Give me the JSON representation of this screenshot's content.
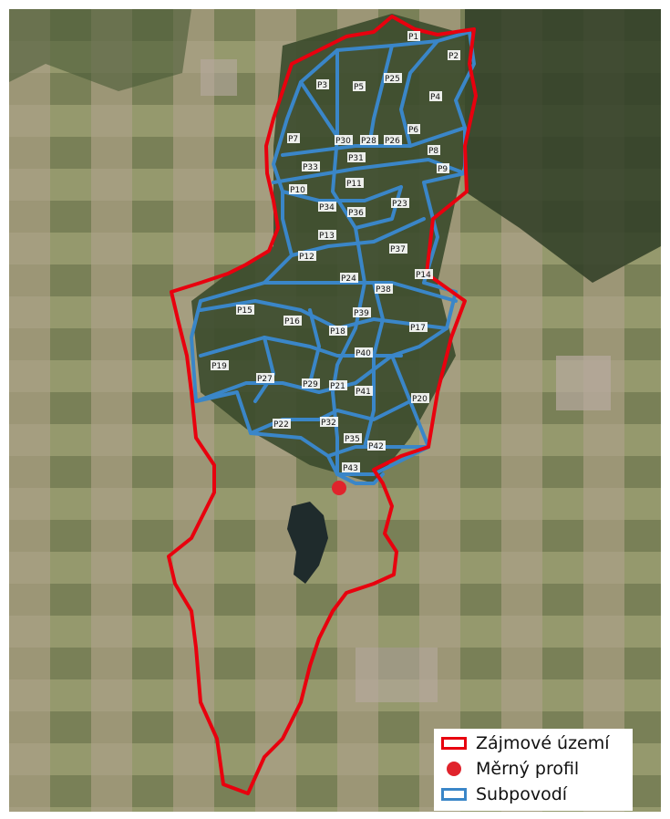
{
  "map": {
    "colors": {
      "study_area": "#e8000e",
      "gauge": "#e0232c",
      "subbasins": "#3a86c8",
      "imagery_dark": "#3b4a2c",
      "imagery_field": "#a39a7c"
    },
    "subbasin_labels": [
      "P1",
      "P2",
      "P3",
      "P4",
      "P5",
      "P6",
      "P7",
      "P8",
      "P9",
      "P10",
      "P11",
      "P12",
      "P13",
      "P14",
      "P15",
      "P16",
      "P17",
      "P18",
      "P19",
      "P20",
      "P21",
      "P22",
      "P23",
      "P24",
      "P25",
      "P26",
      "P27",
      "P28",
      "P29",
      "P30",
      "P31",
      "P32",
      "P33",
      "P34",
      "P35",
      "P36",
      "P37",
      "P38",
      "P39",
      "P40",
      "P41",
      "P42",
      "P43"
    ]
  },
  "legend": {
    "study_area": "Zájmové území",
    "gauge": "Měrný profil",
    "subbasins": "Subpovodí"
  }
}
